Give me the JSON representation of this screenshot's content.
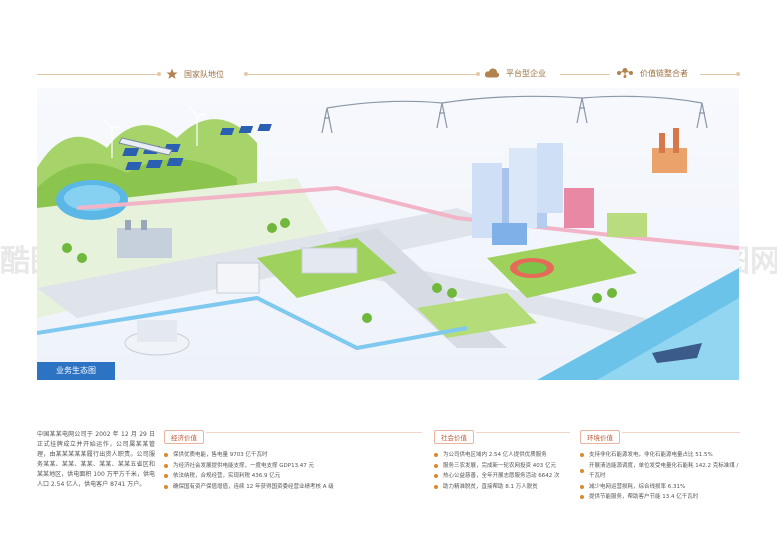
{
  "header": {
    "items": [
      {
        "label": "国家队地位",
        "icon": "star-icon"
      },
      {
        "label": "平台型企业",
        "icon": "cloud-icon"
      },
      {
        "label": "价值链整合者",
        "icon": "network-nodes-icon"
      }
    ]
  },
  "scene": {
    "label": "业务生态图"
  },
  "watermark": {
    "text": "酷图网",
    "url": "ikutu.com"
  },
  "intro": {
    "text": "中国某某电网公司于 2002 年 12 月 29 日正式挂牌成立并开始运作，公司属某某管理，由某某某某某履行出资人职责。公司服务某某、某某、某某、某某、某某五省区和某某地区，供电面积 100 万平方千米，供电人口 2.54 亿人，供电客户 8741 万户。"
  },
  "panels": [
    {
      "title": "经济价值",
      "items": [
        "保供优质电能，售电量 9703 亿千瓦时",
        "为经济社会发展提供电能支撑，一度电支撑 GDP13.47 元",
        "依法纳税，合规经营，实现利税 436.9 亿元",
        "确保国有资产保值增值，连续 12 年获得国资委经营业绩考核 A 级"
      ]
    },
    {
      "title": "社会价值",
      "items": [
        "为公司供电区域内 2.54 亿人提供优质服务",
        "服务三农发展，完成新一轮农网投资 403 亿元",
        "热心公益慈善，全年开展志愿服务活动 6642 次",
        "助力精准脱贫，直接帮助 8.1 万人脱贫"
      ]
    },
    {
      "title": "环境价值",
      "items": [
        "支持非化石能源发电，非化石能源电量占比 51.5%",
        "开展清洁能源调度，单位发受电量化石能耗 142.2 克标准煤 / 千瓦时",
        "减少电网运营损耗，综合线损率 6.31%",
        "提供节能服务，帮助客户节能 13.4 亿千瓦时"
      ]
    }
  ],
  "colors": {
    "accent_brown": "#9a6f3f",
    "label_blue": "#2d73c4",
    "bullet_orange": "#d9892f",
    "tab_red": "#c05a3a"
  }
}
